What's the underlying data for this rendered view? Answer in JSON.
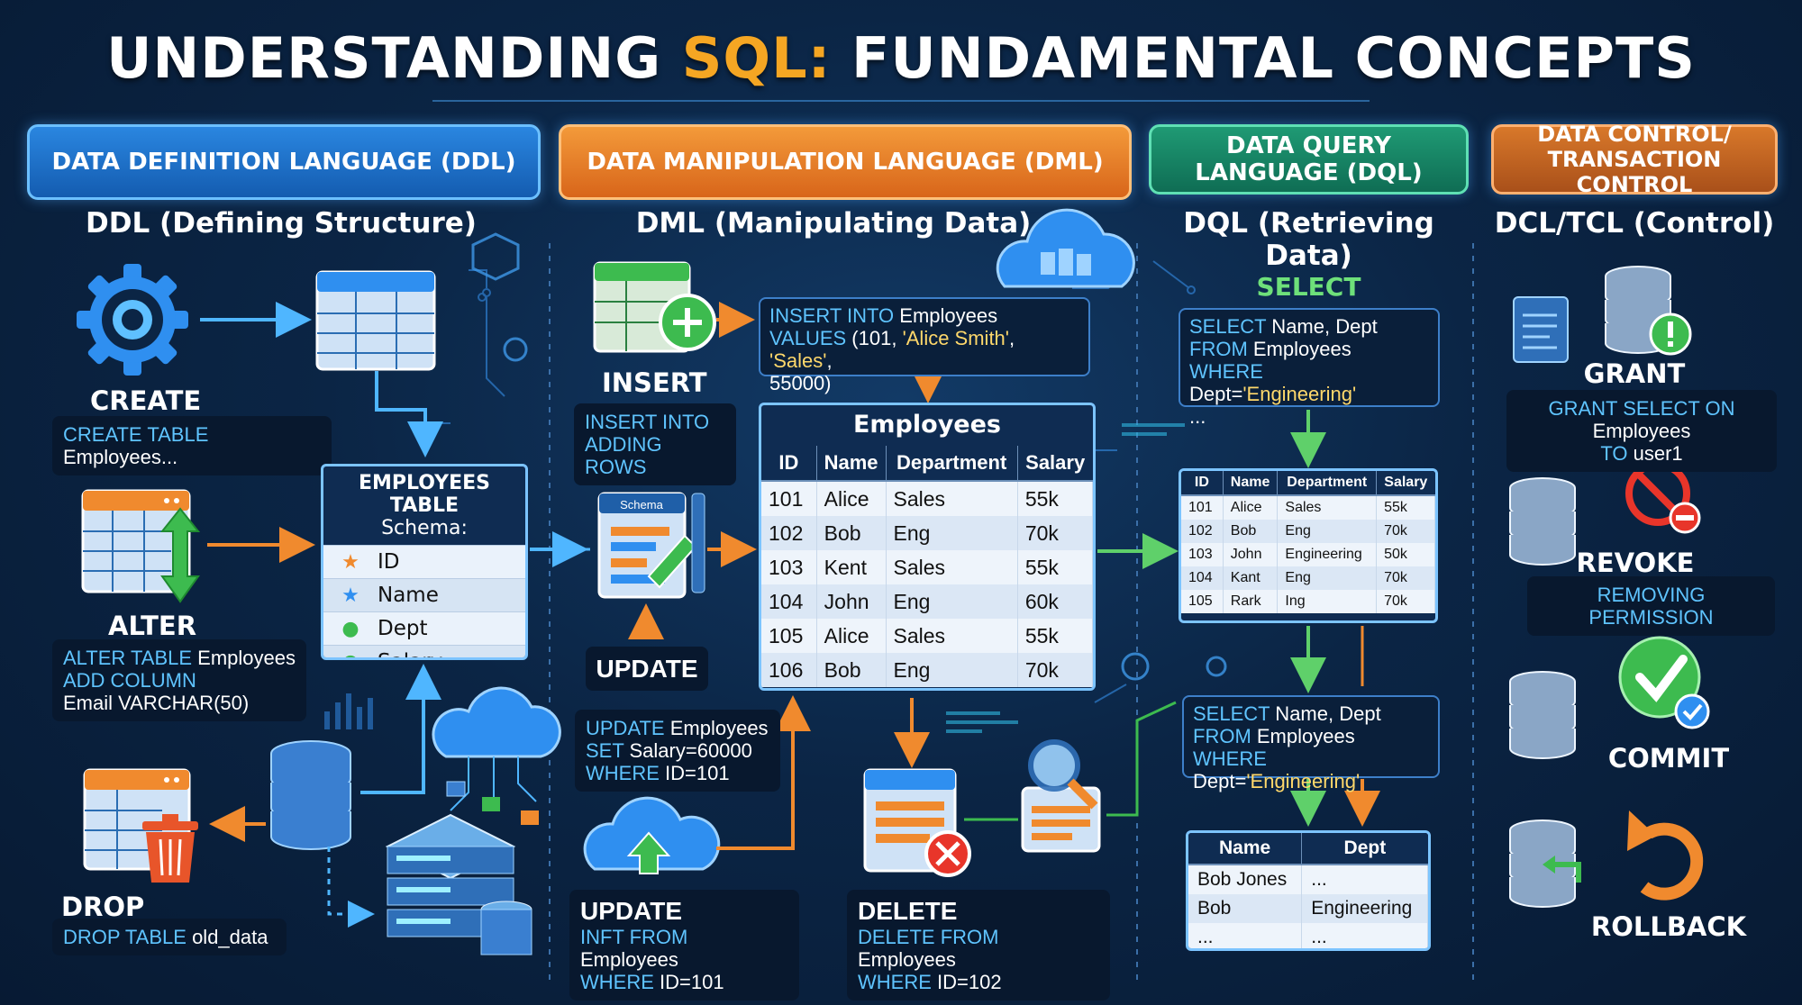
{
  "title": {
    "part1": "UNDERSTANDING ",
    "accent": "SQL:",
    "part2": " FUNDAMENTAL CONCEPTS"
  },
  "colors": {
    "ddl": "#1f74d0",
    "dml": "#e8792a",
    "dql": "#178566",
    "dcl": "#c0652a",
    "keyword": "#5fc4ff",
    "string": "#ffd86b"
  },
  "banners": {
    "ddl": "DATA DEFINITION LANGUAGE (DDL)",
    "dml": "DATA MANIPULATION LANGUAGE (DML)",
    "dql": "DATA QUERY LANGUAGE (DQL)",
    "dcl": "DATA CONTROL/ TRANSACTION CONTROL"
  },
  "subtitles": {
    "ddl": "DDL (Defining Structure)",
    "dml": "DML (Manipulating Data)",
    "dql": "DQL (Retrieving Data)",
    "dcl": "DCL/TCL (Control)"
  },
  "ddl": {
    "create": {
      "label": "CREATE",
      "kw": "CREATE TABLE",
      "rest": " Employees..."
    },
    "alter": {
      "label": "ALTER",
      "l1_kw": "ALTER TABLE",
      "l1_rest": " Employees",
      "l2": "ADD COLUMN",
      "l3": "Email VARCHAR(50)"
    },
    "drop": {
      "label": "DROP",
      "kw": "DROP TABLE",
      "rest": " old_data"
    },
    "schema": {
      "title": "EMPLOYEES TABLE",
      "subtitle": "Schema:",
      "fields": [
        "ID",
        "Name",
        "Dept",
        "Salary"
      ]
    }
  },
  "dml": {
    "insert": {
      "label": "INSERT",
      "desc1": "INSERT INTO",
      "desc2": "ADDING ROWS",
      "code1_kw": "INSERT INTO",
      "code1_rest": " Employees",
      "code2_kw": "VALUES",
      "code2_a": " (101, ",
      "code2_s1": "'Alice Smith'",
      "code2_c": ", ",
      "code2_s2": "'Sales'",
      "code2_d": ",",
      "code3": "55000)"
    },
    "schema_icon_label": "Schema",
    "update": {
      "label": "UPDATE",
      "l1_kw": "UPDATE",
      "l1_rest": " Employees",
      "l2_kw": "SET",
      "l2_rest": " Salary=60000",
      "l3_kw": "WHERE",
      "l3_rest": " ID=101"
    },
    "update2": {
      "label": "UPDATE",
      "l1_kw": "INFT FROM",
      "l1_rest": " Employees",
      "l2_kw": "WHERE",
      "l2_rest": " ID=101"
    },
    "delete": {
      "label": "DELETE",
      "l1_kw": "DELETE FROM",
      "l1_rest": " Employees",
      "l2_kw": "WHERE",
      "l2_rest": " ID=102"
    },
    "employees": {
      "title": "Employees",
      "headers": [
        "ID",
        "Name",
        "Department",
        "Salary"
      ],
      "rows": [
        [
          "101",
          "Alice",
          "Sales",
          "55k"
        ],
        [
          "102",
          "Bob",
          "Eng",
          "70k"
        ],
        [
          "103",
          "Kent",
          "Sales",
          "55k"
        ],
        [
          "104",
          "John",
          "Eng",
          "60k"
        ],
        [
          "105",
          "Alice",
          "Sales",
          "55k"
        ],
        [
          "106",
          "Bob",
          "Eng",
          "70k"
        ]
      ]
    }
  },
  "dql": {
    "select_label": "SELECT",
    "q1": {
      "l1_kw": "SELECT",
      "l1_rest": " Name, Dept",
      "l2_kw": "FROM",
      "l2_rest": " Employees",
      "l3_kw": "WHERE",
      "l3_a": " Dept=",
      "l3_s": "'Engineering'",
      "l4": "..."
    },
    "table": {
      "headers": [
        "ID",
        "Name",
        "Department",
        "Salary"
      ],
      "rows": [
        [
          "101",
          "Alice",
          "Sales",
          "55k"
        ],
        [
          "102",
          "Bob",
          "Eng",
          "70k"
        ],
        [
          "103",
          "John",
          "Engineering",
          "50k"
        ],
        [
          "104",
          "Kant",
          "Eng",
          "70k"
        ],
        [
          "105",
          "Rark",
          "Ing",
          "70k"
        ]
      ]
    },
    "q2": {
      "l1_kw": "SELECT",
      "l1_rest": " Name, Dept",
      "l2_kw": "FROM",
      "l2_rest": " Employees",
      "l3_kw": "WHERE",
      "l3_a": " Dept=",
      "l3_s": "'Engineering'"
    },
    "result": {
      "headers": [
        "Name",
        "Dept"
      ],
      "rows": [
        [
          "Bob Jones",
          "..."
        ],
        [
          "Bob",
          "Engineering"
        ],
        [
          "...",
          "..."
        ]
      ]
    }
  },
  "dcl": {
    "grant": {
      "label": "GRANT",
      "l1_kw": "GRANT SELECT ON",
      "l1_rest": " Employees",
      "l2_kw": "TO",
      "l2_rest": " user1"
    },
    "revoke": {
      "label": "REVOKE",
      "desc": "REMOVING PERMISSION"
    },
    "commit": {
      "label": "COMMIT"
    },
    "rollback": {
      "label": "ROLLBACK"
    }
  }
}
